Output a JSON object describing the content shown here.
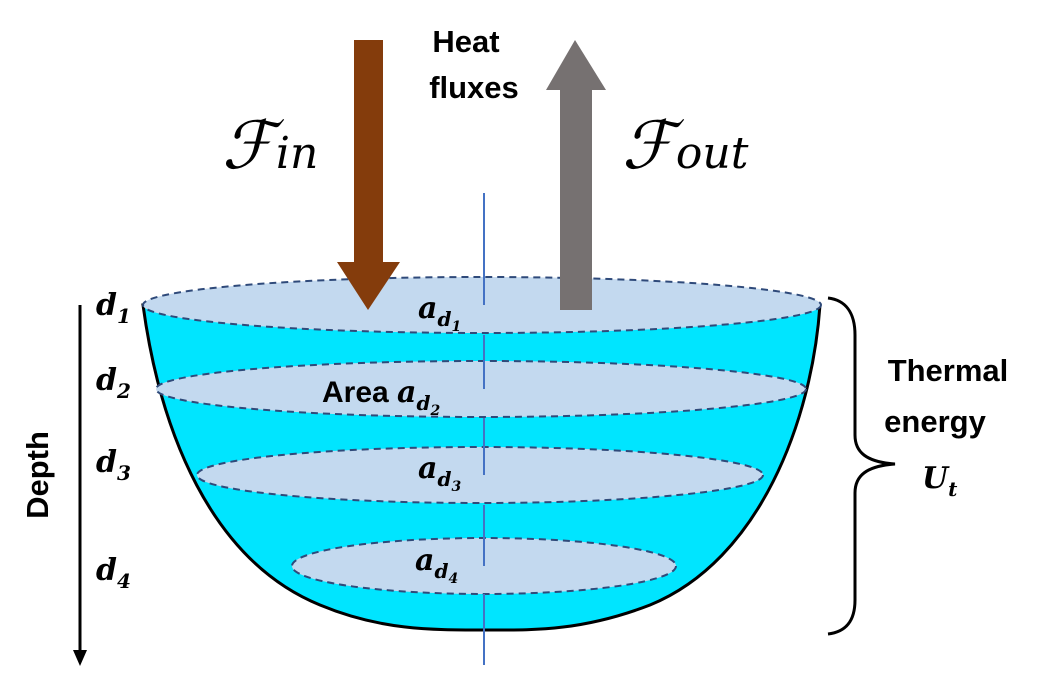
{
  "heat_label_line1": "Heat",
  "heat_label_line2": "fluxes",
  "flux_in": {
    "symbol": "ℱ",
    "subscript": "in",
    "color": "#843C0C"
  },
  "flux_out": {
    "symbol": "ℱ",
    "subscript": "out",
    "color": "#767171"
  },
  "depth_label": "Depth",
  "depths": [
    {
      "name": "d",
      "sub": "1"
    },
    {
      "name": "d",
      "sub": "2"
    },
    {
      "name": "d",
      "sub": "3"
    },
    {
      "name": "d",
      "sub": "4"
    }
  ],
  "areas": [
    {
      "prefix": "",
      "name": "a",
      "sub": "d",
      "subsub": "1"
    },
    {
      "prefix": "Area ",
      "name": "a",
      "sub": "d",
      "subsub": "2"
    },
    {
      "prefix": "",
      "name": "a",
      "sub": "d",
      "subsub": "3"
    },
    {
      "prefix": "",
      "name": "a",
      "sub": "d",
      "subsub": "4"
    }
  ],
  "thermal_label_line1": "Thermal",
  "thermal_label_line2": "energy",
  "thermal_symbol": {
    "name": "U",
    "sub": "t"
  },
  "colors": {
    "water": "#00E5FF",
    "layer": "#C3D9EF",
    "dash": "#2F4A7A",
    "axis": "#4472C4"
  }
}
